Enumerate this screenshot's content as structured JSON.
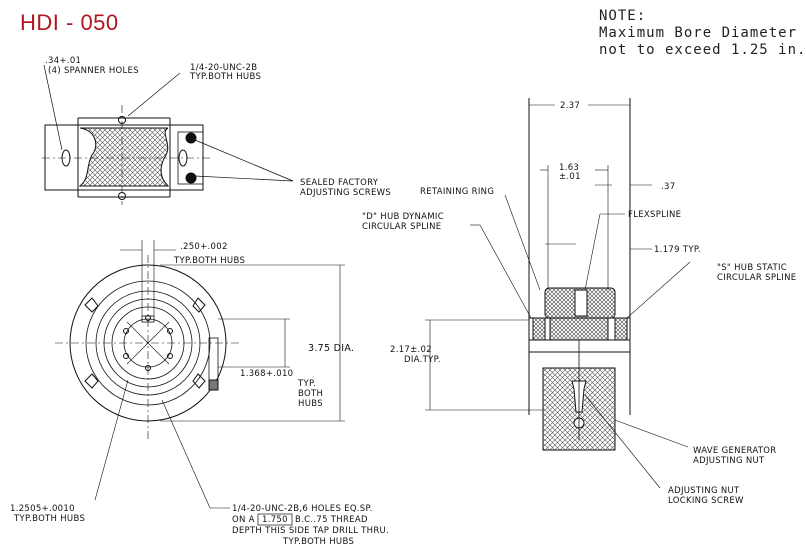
{
  "title": "HDI - 050",
  "note": {
    "heading": "NOTE:",
    "line1": "Maximum Bore Diameter",
    "line2": "not to exceed 1.25 in."
  },
  "labels": {
    "spanner_dim": ".34+.01",
    "spanner_holes": "(4) SPANNER HOLES",
    "thread_top": "1/4-20-UNC-2B",
    "thread_top_note": "TYP.BOTH HUBS",
    "sealed_1": "SEALED FACTORY",
    "sealed_2": "ADJUSTING SCREWS",
    "keyway_dim": ".250+.002",
    "keyway_note": "TYP.BOTH HUBS",
    "dia": "3.75 DIA.",
    "bore_dim": "1.368+.010",
    "bore_typ": "TYP.",
    "bore_both": "BOTH",
    "bore_hubs": "HUBS",
    "pilot_dim": "1.2505+.0010",
    "pilot_note": "TYP.BOTH HUBS",
    "holes_1": "1/4-20-UNC-2B,6 HOLES EQ.SP.",
    "holes_2a": "ON A",
    "holes_bc": "1.750",
    "holes_2b": "B.C..75 THREAD",
    "holes_3": "DEPTH THIS SIDE TAP DRILL THRU.",
    "holes_4": "TYP.BOTH HUBS",
    "dim_237": "2.37",
    "dim_163": "1.63",
    "dim_163_tol": "±.01",
    "dim_37": ".37",
    "dim_1179": "1.179 TYP.",
    "retaining_ring": "RETAINING RING",
    "flexspline": "FLEXSPLINE",
    "d_hub_1": "\"D\" HUB DYNAMIC",
    "d_hub_2": "CIRCULAR SPLINE",
    "s_hub_1": "\"S\" HUB STATIC",
    "s_hub_2": "CIRCULAR SPLINE",
    "dim_217": "2.17±.02",
    "dim_217_note": "DIA.TYP.",
    "wave_1": "WAVE GENERATOR",
    "wave_2": "ADJUSTING NUT",
    "nut_1": "ADJUSTING NUT",
    "nut_2": "LOCKING SCREW"
  }
}
